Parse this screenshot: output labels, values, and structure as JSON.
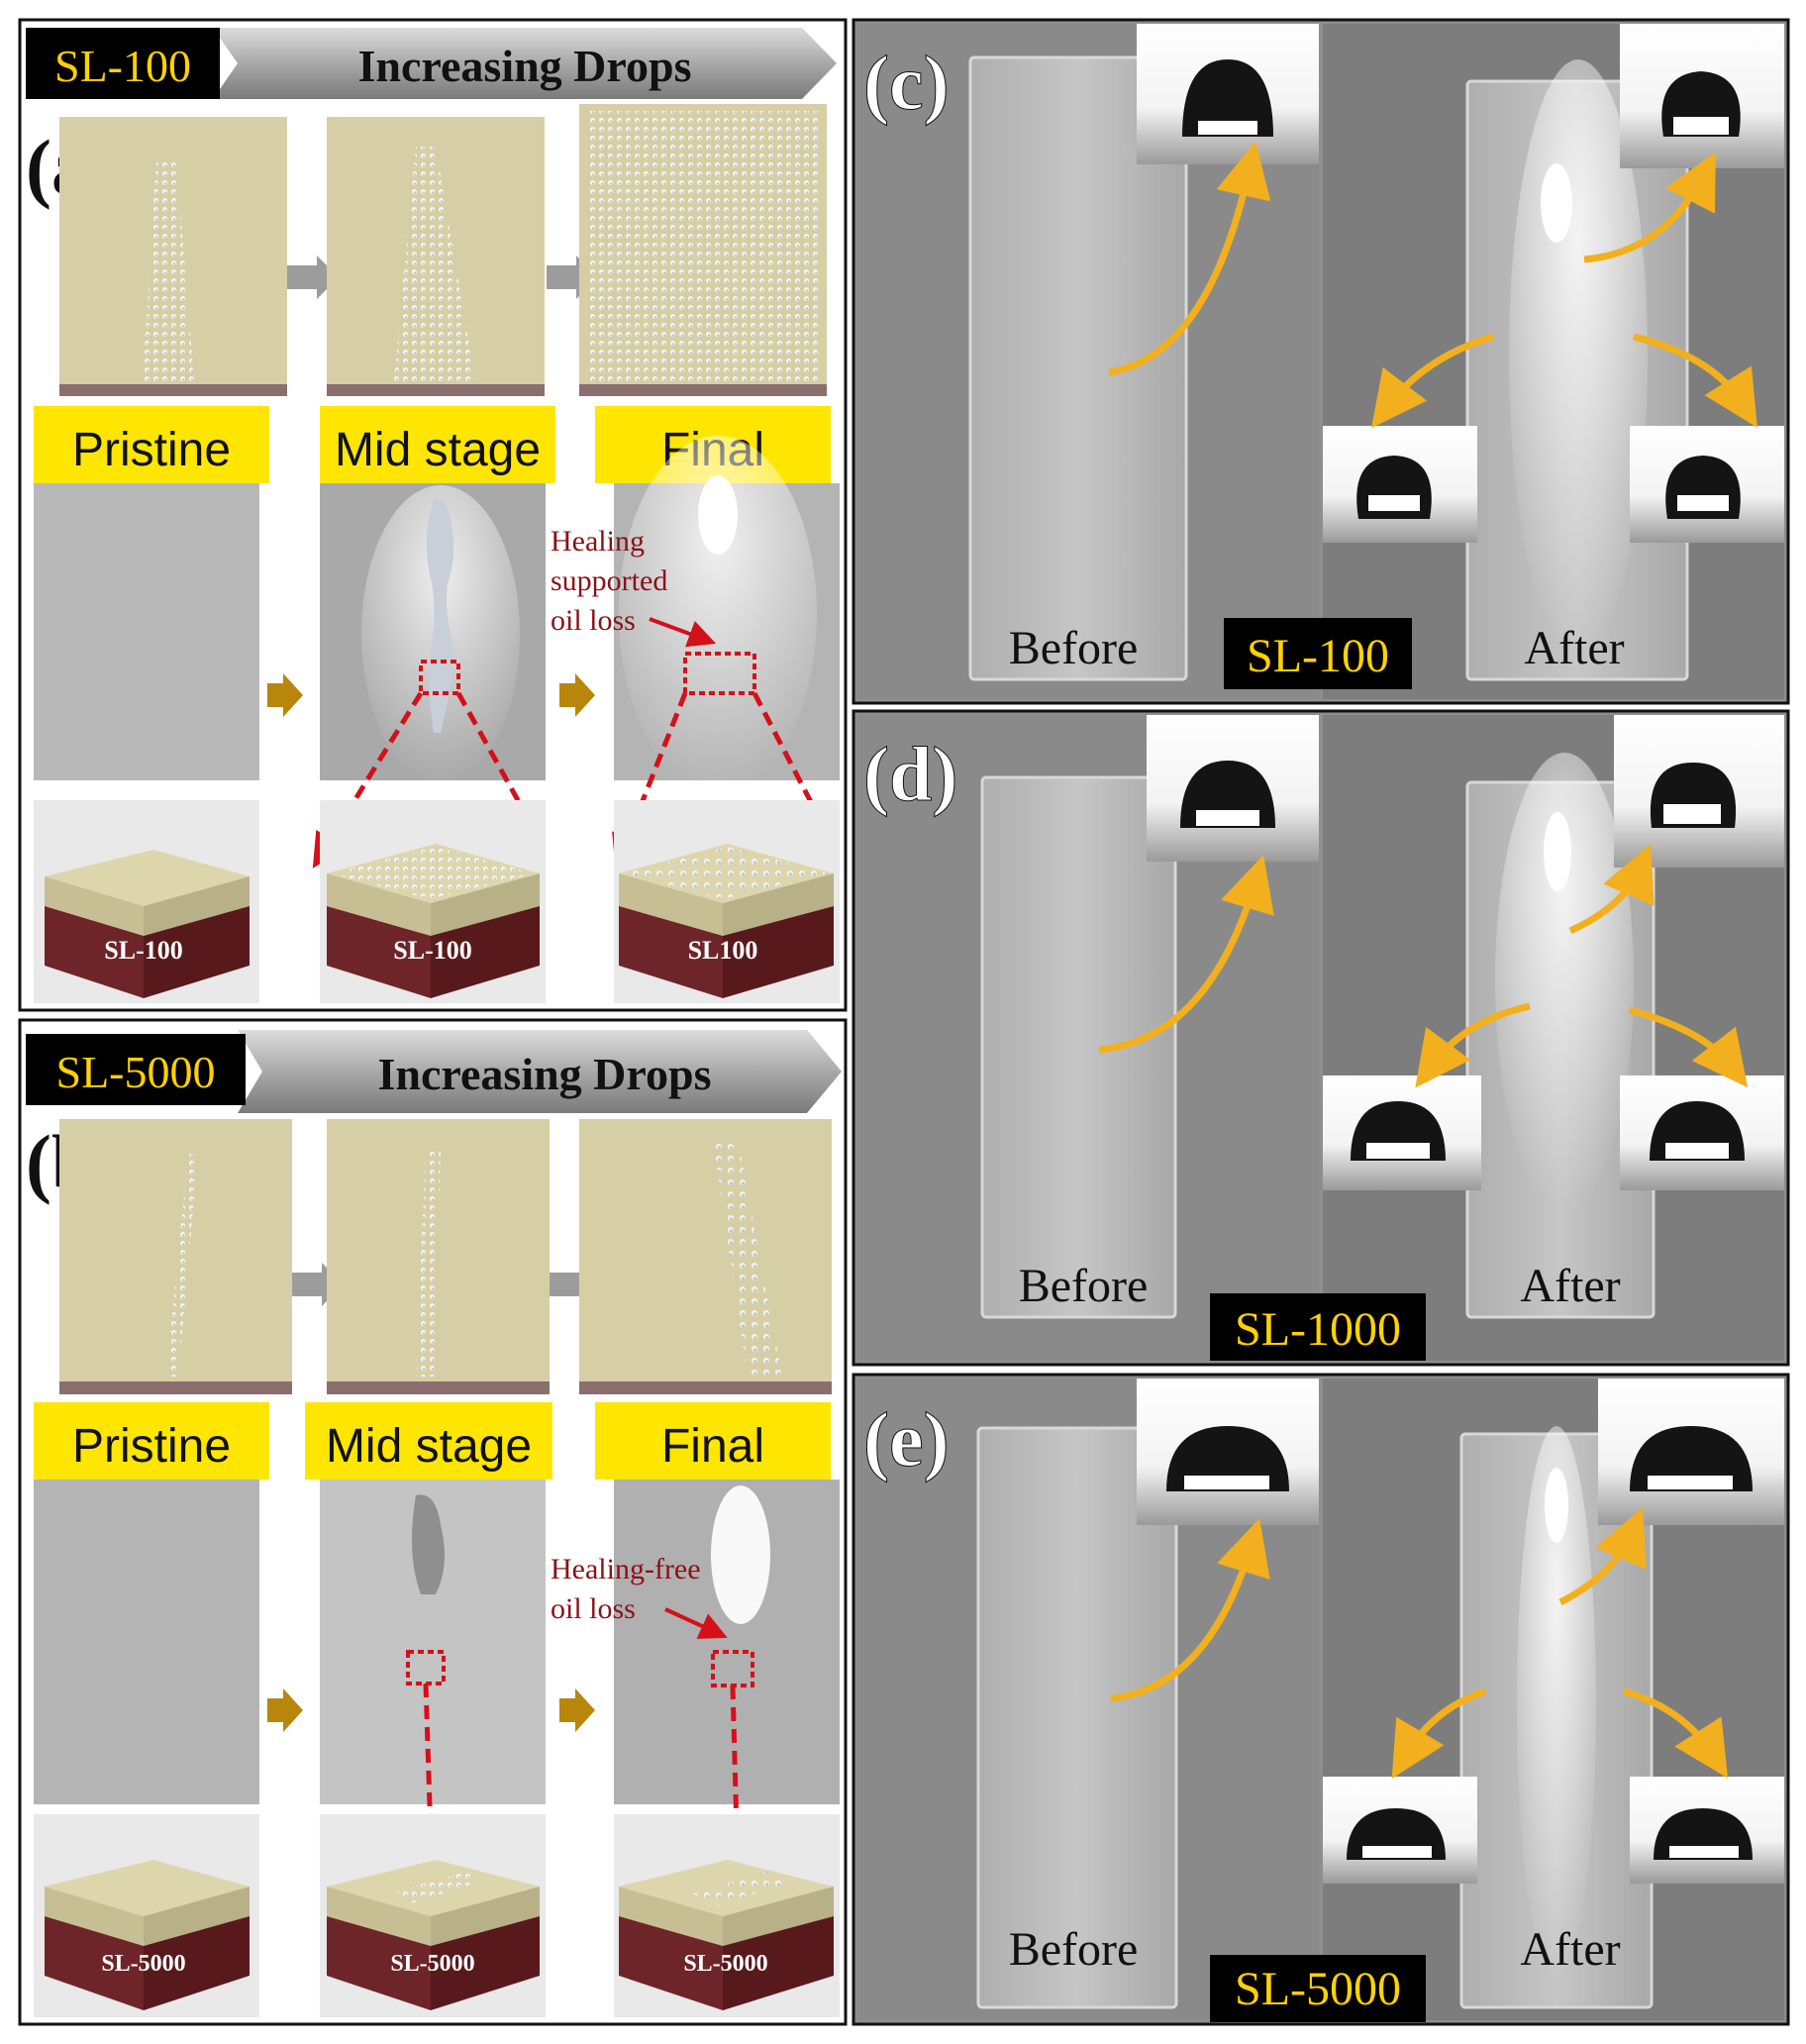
{
  "panel_a": {
    "letter": "(a)",
    "tag": "SL-100",
    "banner": "Increasing Drops",
    "stages": [
      "Pristine",
      "Mid stage",
      "Final"
    ],
    "annotation": [
      "Healing",
      "supported",
      "oil loss"
    ],
    "block_labels": [
      "SL-100",
      "SL-100",
      "SL100"
    ]
  },
  "panel_b": {
    "letter": "(b)",
    "tag": "SL-5000",
    "banner": "Increasing Drops",
    "stages": [
      "Pristine",
      "Mid stage",
      "Final"
    ],
    "annotation": [
      "Healing-free",
      "oil loss"
    ],
    "block_labels": [
      "SL-5000",
      "SL-5000",
      "SL-5000"
    ]
  },
  "panel_c": {
    "letter": "(c)",
    "before": "Before",
    "after": "After",
    "tag": "SL-100"
  },
  "panel_d": {
    "letter": "(d)",
    "before": "Before",
    "after": "After",
    "tag": "SL-1000"
  },
  "panel_e": {
    "letter": "(e)",
    "before": "Before",
    "after": "After",
    "tag": "SL-5000"
  },
  "colors": {
    "tag_bg": "#000000",
    "tag_text": "#ffd200",
    "stage_bg": "#ffe600",
    "substrate_top": "#d6cfa6",
    "substrate_base": "#6e2529",
    "arrow_gold": "#f2b01e",
    "arrow_red": "#d4101a",
    "annotation_text": "#8b1117"
  }
}
